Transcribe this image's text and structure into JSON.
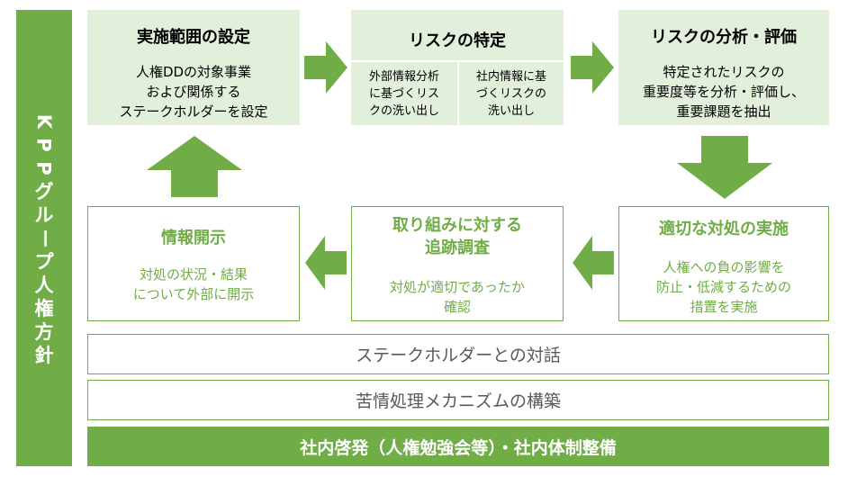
{
  "policy": {
    "label_chars": [
      "K",
      "P",
      "P",
      "グ",
      "ル",
      "ー",
      "プ",
      "人",
      "権",
      "方",
      "針"
    ]
  },
  "steps": {
    "scope": {
      "title": "実施範囲の設定",
      "body": "人権DDの対象事業\nおよび関係する\nステークホルダーを設定"
    },
    "identify": {
      "title": "リスクの特定",
      "external": "外部情報分析\nに基づくリス\nクの洗い出し",
      "internal": "社内情報に基\nづくリスクの\n洗い出し"
    },
    "analyze": {
      "title": "リスクの分析・評価",
      "body": "特定されたリスクの\n重要度等を分析・評価し、\n重要課題を抽出"
    },
    "address": {
      "title": "適切な対処の実施",
      "body": "人権への負の影響を\n防止・低減するための\n措置を実施"
    },
    "track": {
      "title": "取り組みに対する\n追跡調査",
      "body": "対処が適切であったか\n確認"
    },
    "disclose": {
      "title": "情報開示",
      "body": "対処の状況・結果\nについて外部に開示"
    }
  },
  "bars": {
    "dialogue": "ステークホルダーとの対話",
    "grievance": "苦情処理メカニズムの構築",
    "education": "社内啓発（人権勉強会等）・社内体制整備"
  },
  "colors": {
    "accent": "#70ad47",
    "fill": "#e2efda"
  }
}
